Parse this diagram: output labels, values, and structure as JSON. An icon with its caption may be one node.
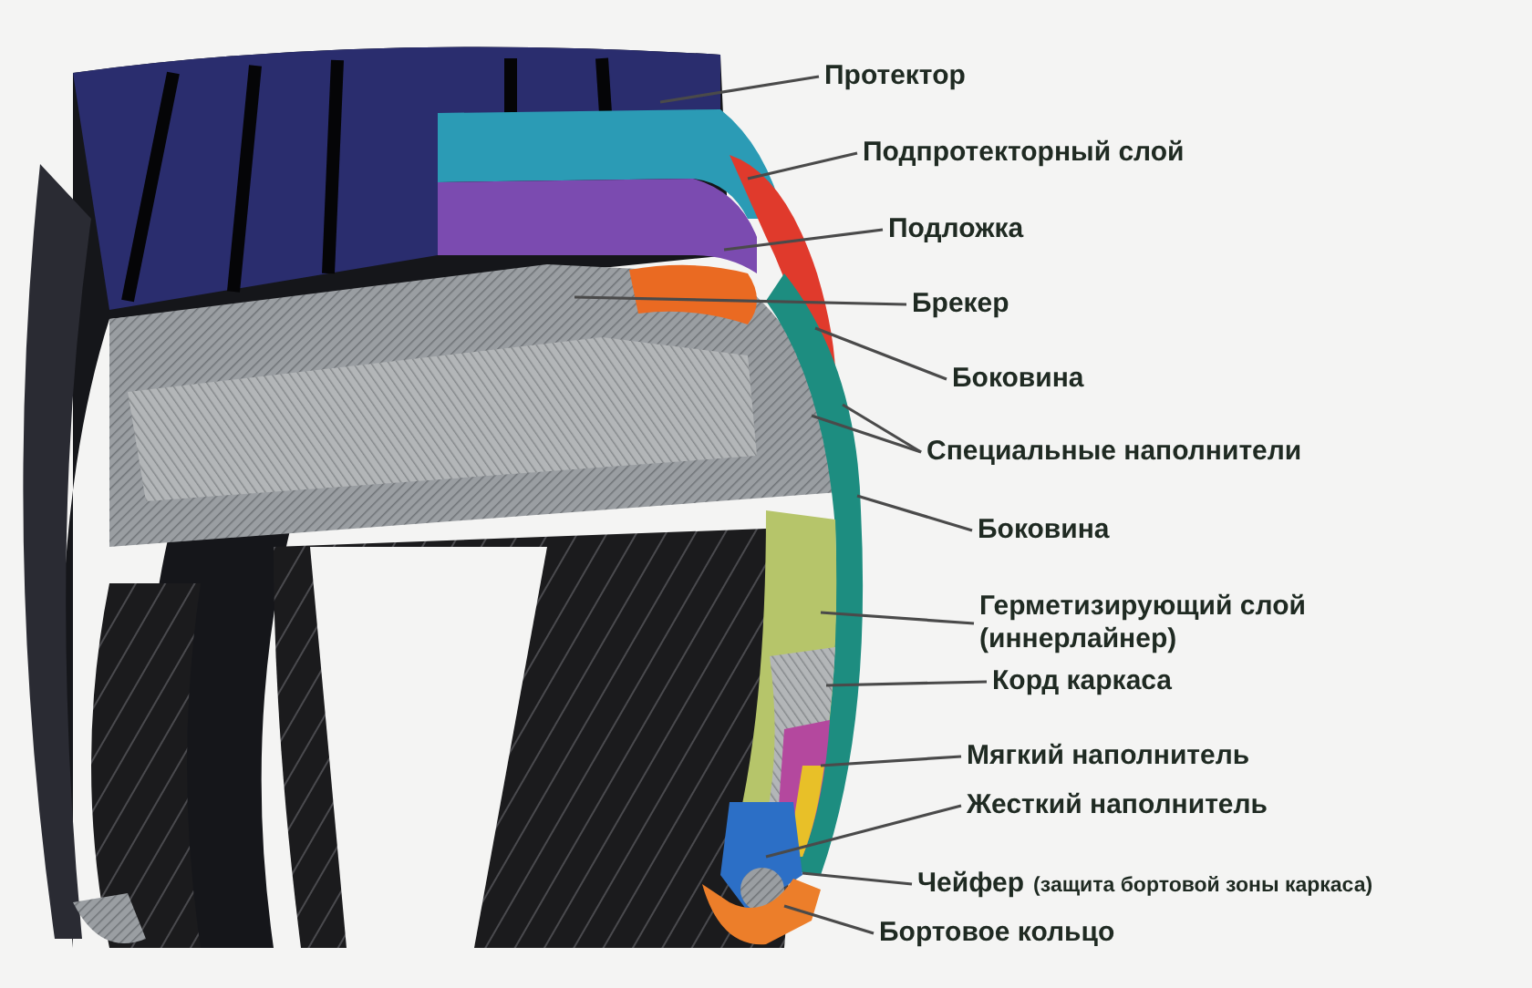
{
  "diagram": {
    "nodes": [
      {
        "text": [
          "Протектор"
        ]
      },
      {
        "text": [
          "Подпротекторный слой"
        ]
      },
      {
        "text": [
          "Подложка"
        ]
      },
      {
        "text": [
          "Брекер"
        ]
      },
      {
        "text": [
          "Боковина"
        ]
      },
      {
        "text": [
          "Специальные наполнители"
        ]
      },
      {
        "text": [
          "Боковина"
        ]
      },
      {
        "text": [
          "Герметизирующий слой (иннерлайнер)"
        ]
      },
      {
        "text": [
          "Корд каркаса"
        ]
      },
      {
        "text": [
          "Мягкий наполнитель"
        ]
      },
      {
        "text": [
          "Жесткий наполнитель"
        ]
      },
      {
        "text": [
          "Чейфер",
          "(защита бортовой зоны каркаса)"
        ]
      },
      {
        "text": [
          "Бортовое кольцо"
        ]
      }
    ],
    "edges": [
      {
        "from": 0,
        "to": null,
        "arrow": "none"
      },
      {
        "from": 1,
        "to": null,
        "arrow": "none"
      },
      {
        "from": 2,
        "to": null,
        "arrow": "none"
      },
      {
        "from": 3,
        "to": null,
        "arrow": "none"
      },
      {
        "from": 4,
        "to": null,
        "arrow": "none"
      },
      {
        "from": 5,
        "to": null,
        "arrow": "none"
      },
      {
        "from": 5,
        "to": null,
        "arrow": "none"
      },
      {
        "from": 6,
        "to": null,
        "arrow": "none"
      },
      {
        "from": 7,
        "to": null,
        "arrow": "none"
      },
      {
        "from": 8,
        "to": null,
        "arrow": "none"
      },
      {
        "from": 9,
        "to": null,
        "arrow": "none"
      },
      {
        "from": 10,
        "to": null,
        "arrow": "none"
      },
      {
        "from": 11,
        "to": null,
        "arrow": "none"
      },
      {
        "from": 12,
        "to": null,
        "arrow": "none"
      }
    ]
  }
}
